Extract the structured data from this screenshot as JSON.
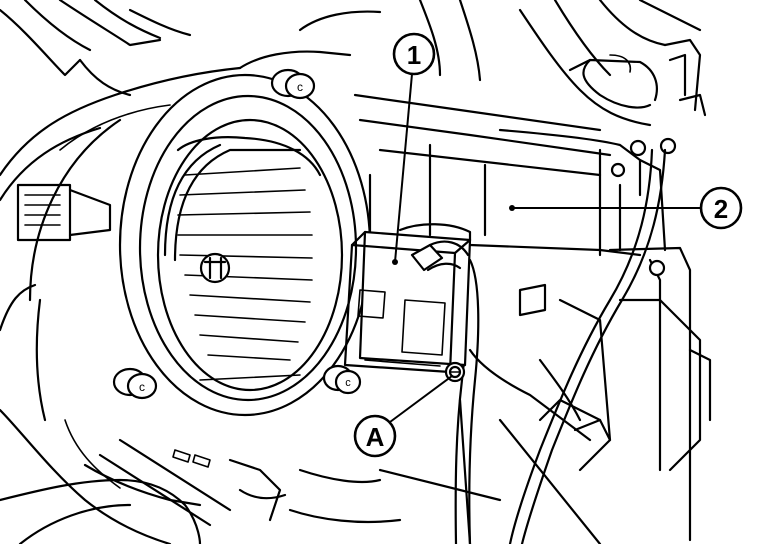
{
  "callouts": {
    "one": "1",
    "two": "2",
    "a": "A"
  },
  "colors": {
    "line": "#000000",
    "background": "#ffffff"
  }
}
